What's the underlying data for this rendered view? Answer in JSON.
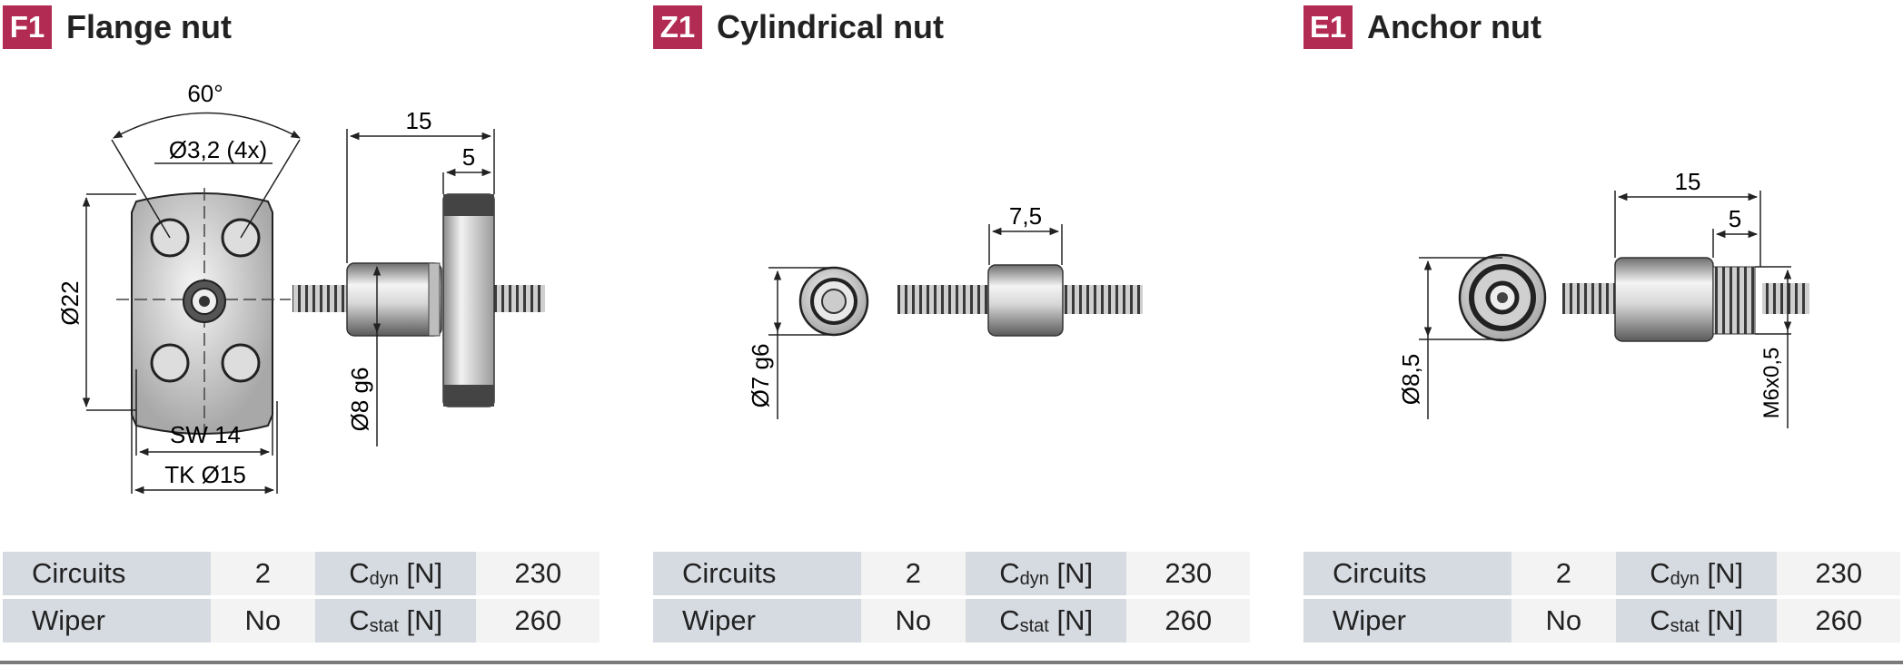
{
  "colors": {
    "badge": "#b22b52",
    "table_label_bg": "#d6dbe2",
    "table_value_bg": "#f3f3f3",
    "rule": "#7a7a7a"
  },
  "panels": [
    {
      "code": "F1",
      "title": "Flange nut",
      "dims": {
        "angle": "60°",
        "holes": "Ø3,2 (4x)",
        "dia": "Ø22",
        "sw": "SW 14",
        "tk": "TK Ø15",
        "len": "15",
        "flange": "5",
        "bore": "Ø8 g6"
      },
      "table": {
        "row1": {
          "label": "Circuits",
          "value": "2",
          "c_main": "C",
          "c_sub": "dyn",
          "c_unit": "[N]",
          "c_value": "230"
        },
        "row2": {
          "label": "Wiper",
          "value": "No",
          "c_main": "C",
          "c_sub": "stat",
          "c_unit": "[N]",
          "c_value": "260"
        }
      }
    },
    {
      "code": "Z1",
      "title": "Cylindrical nut",
      "dims": {
        "len": "7,5",
        "dia": "Ø7 g6"
      },
      "table": {
        "row1": {
          "label": "Circuits",
          "value": "2",
          "c_main": "C",
          "c_sub": "dyn",
          "c_unit": "[N]",
          "c_value": "230"
        },
        "row2": {
          "label": "Wiper",
          "value": "No",
          "c_main": "C",
          "c_sub": "stat",
          "c_unit": "[N]",
          "c_value": "260"
        }
      }
    },
    {
      "code": "E1",
      "title": "Anchor nut",
      "dims": {
        "len": "15",
        "thread_len": "5",
        "dia": "Ø8,5",
        "thread": "M6x0,5"
      },
      "table": {
        "row1": {
          "label": "Circuits",
          "value": "2",
          "c_main": "C",
          "c_sub": "dyn",
          "c_unit": "[N]",
          "c_value": "230"
        },
        "row2": {
          "label": "Wiper",
          "value": "No",
          "c_main": "C",
          "c_sub": "stat",
          "c_unit": "[N]",
          "c_value": "260"
        }
      }
    }
  ]
}
